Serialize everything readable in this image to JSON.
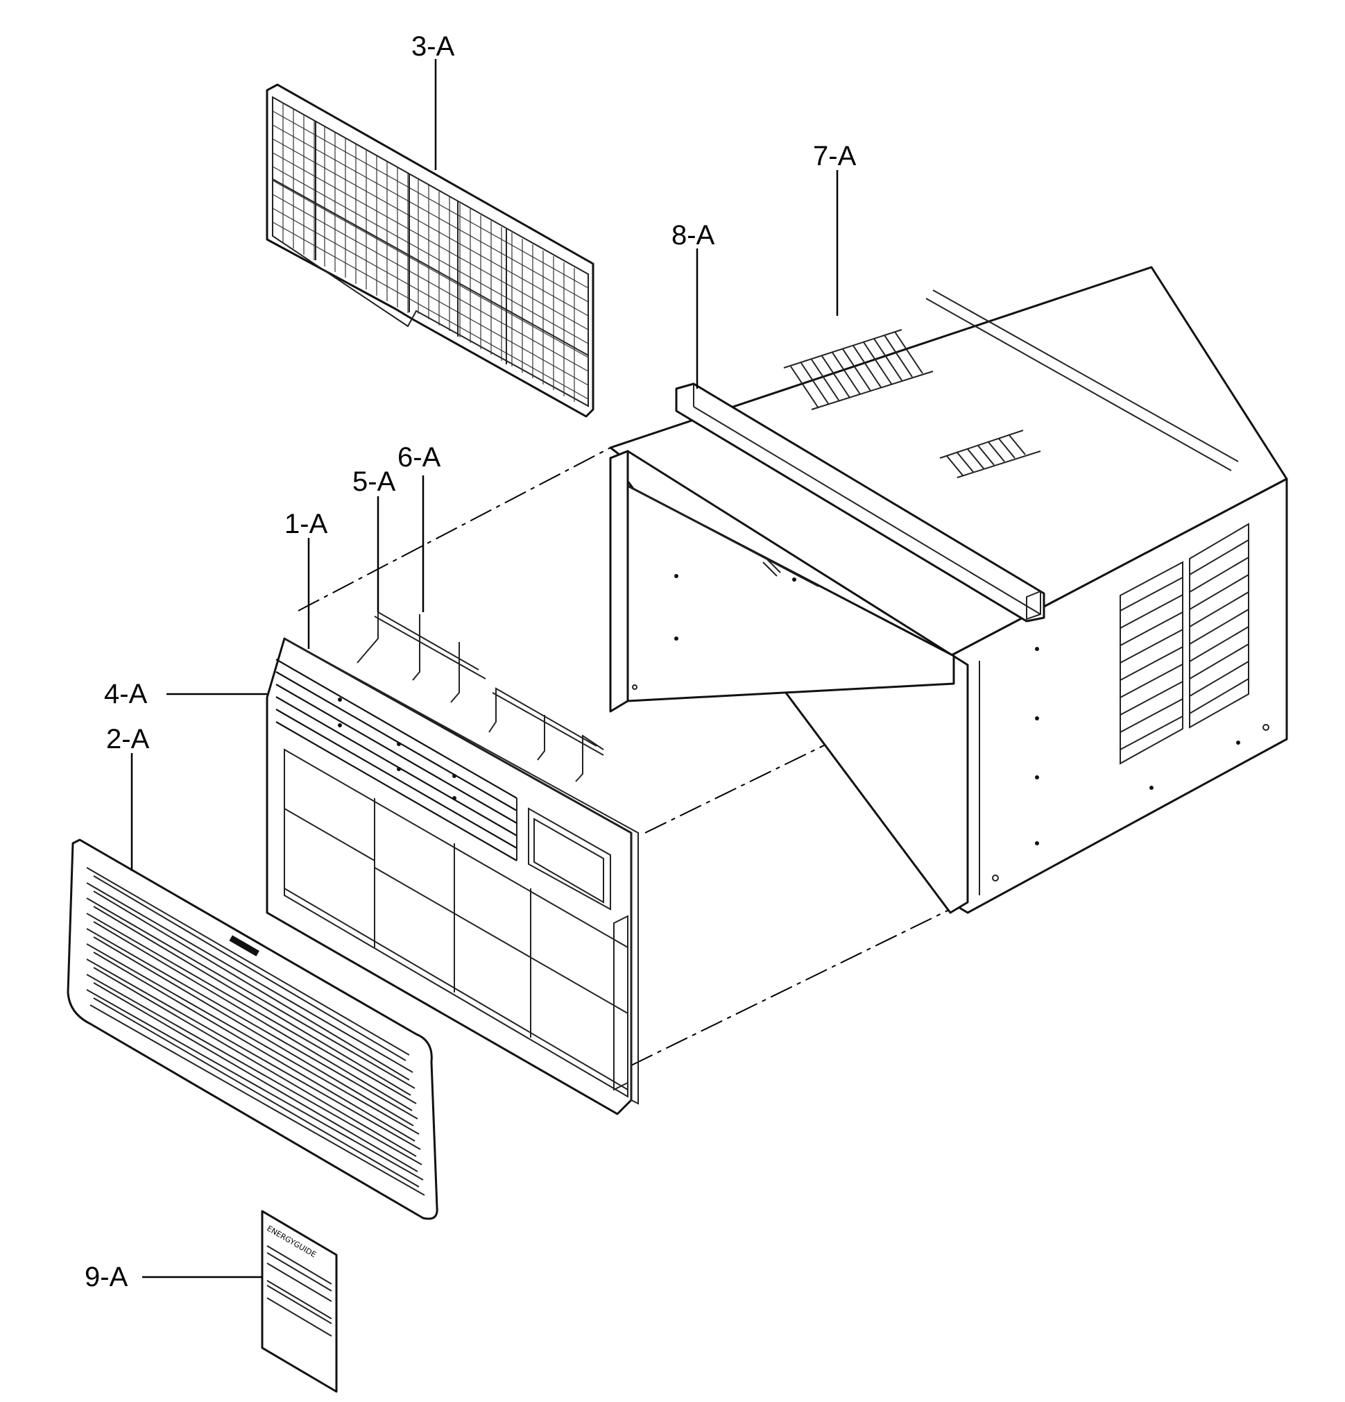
{
  "callouts": {
    "part_3a": "3-A",
    "part_7a": "7-A",
    "part_8a": "8-A",
    "part_6a": "6-A",
    "part_5a": "5-A",
    "part_1a": "1-A",
    "part_4a": "4-A",
    "part_2a": "2-A",
    "part_9a": "9-A"
  },
  "energy_label": {
    "heading": "ENERGYGUIDE"
  }
}
